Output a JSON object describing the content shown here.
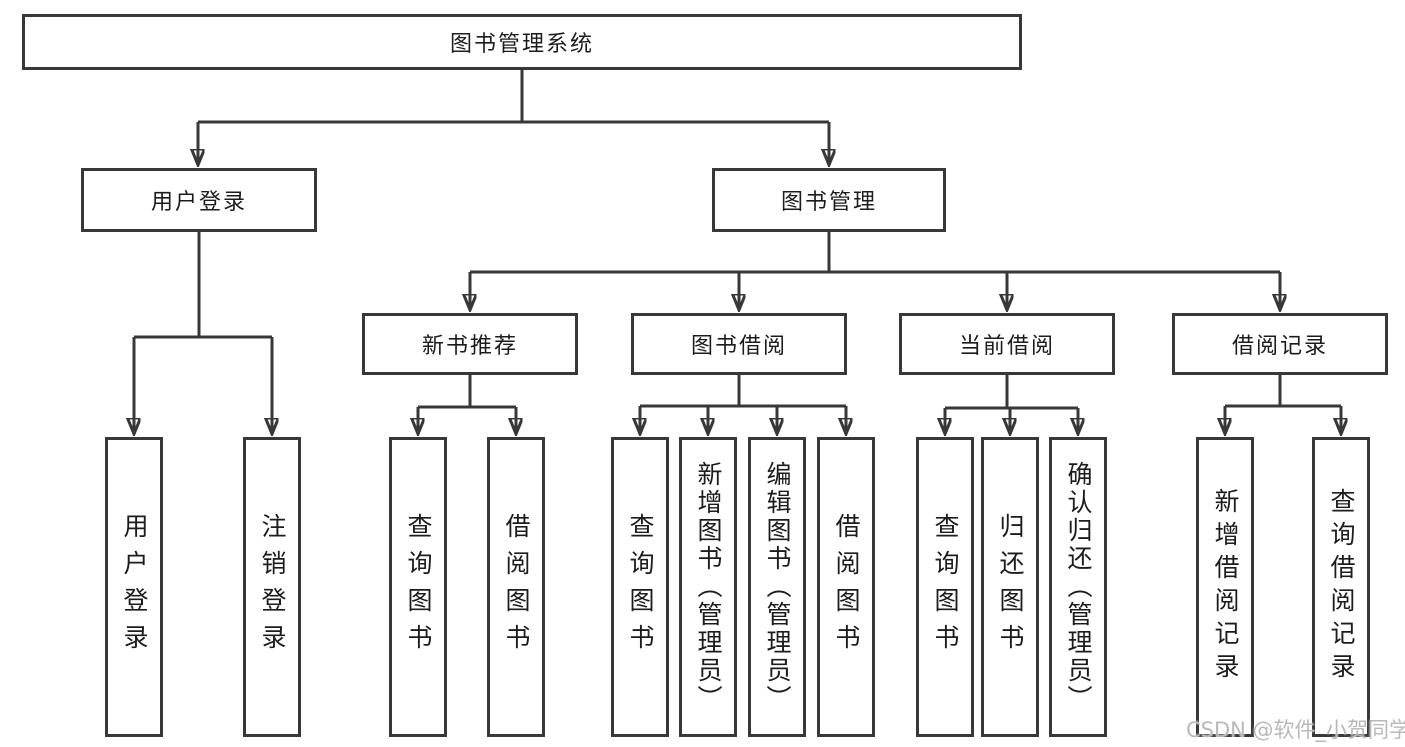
{
  "watermark": "CSDN @软件_小贺同学",
  "colors": {
    "line": "#383838",
    "box_border": "#383838",
    "box_background": "#ffffff",
    "text": "#1c1c1c",
    "watermark": "#b9b9b9",
    "background": "#ffffff"
  },
  "tree": {
    "root": {
      "label": "图书管理系统"
    },
    "branches": [
      {
        "label": "用户登录",
        "children": [
          {
            "label": "用户登录"
          },
          {
            "label": "注销登录"
          }
        ]
      },
      {
        "label": "图书管理",
        "children": [
          {
            "label": "新书推荐",
            "children": [
              {
                "label": "查询图书"
              },
              {
                "label": "借阅图书"
              }
            ]
          },
          {
            "label": "图书借阅",
            "children": [
              {
                "label": "查询图书"
              },
              {
                "label": "新增图书（管理员）"
              },
              {
                "label": "编辑图书（管理员）"
              },
              {
                "label": "借阅图书"
              }
            ]
          },
          {
            "label": "当前借阅",
            "children": [
              {
                "label": "查询图书"
              },
              {
                "label": "归还图书"
              },
              {
                "label": "确认归还（管理员）"
              }
            ]
          },
          {
            "label": "借阅记录",
            "children": [
              {
                "label": "新增借阅记录"
              },
              {
                "label": "查询借阅记录"
              }
            ]
          }
        ]
      }
    ]
  }
}
